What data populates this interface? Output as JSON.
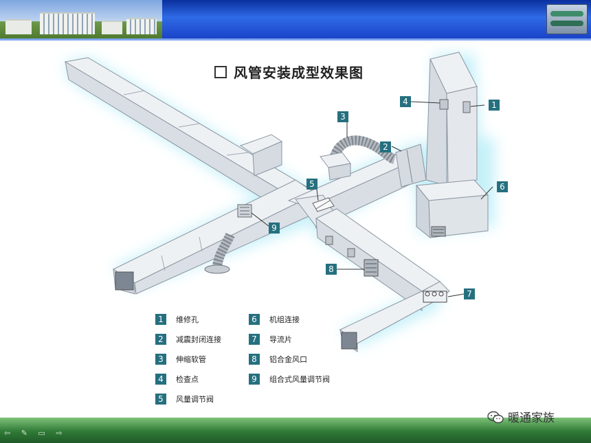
{
  "title": "风管安装成型效果图",
  "legend": [
    {
      "n": "1",
      "label": "维修孔"
    },
    {
      "n": "2",
      "label": "减震封闭连接"
    },
    {
      "n": "3",
      "label": "伸缩软管"
    },
    {
      "n": "4",
      "label": "检查点"
    },
    {
      "n": "5",
      "label": "风量调节阀"
    },
    {
      "n": "6",
      "label": "机组连接"
    },
    {
      "n": "7",
      "label": "导流片"
    },
    {
      "n": "8",
      "label": "铝合金风口"
    },
    {
      "n": "9",
      "label": "组合式风量调节阀"
    }
  ],
  "callouts": {
    "c1": "1",
    "c2": "2",
    "c3": "3",
    "c4": "4",
    "c5": "5",
    "c6": "6",
    "c7": "7",
    "c8": "8",
    "c9": "9"
  },
  "watermark": "暖通家族",
  "nav_icons": "⇦ ✎ ▭ ⇨",
  "colors": {
    "header": "#1a43c8",
    "footer": "#2f7a36",
    "label": "#25707f",
    "glow": "#bfeff8"
  }
}
